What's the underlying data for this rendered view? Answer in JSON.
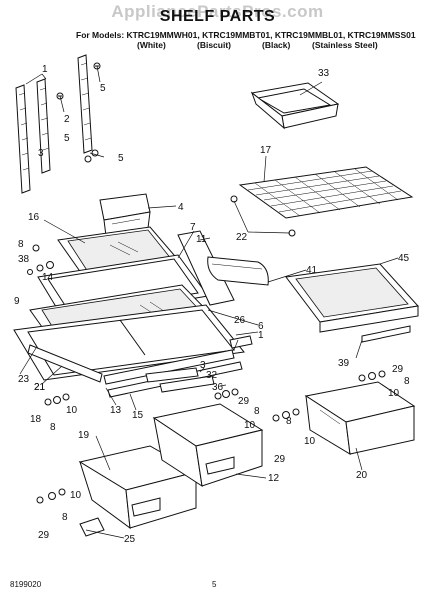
{
  "watermark": "AppliancePartsPros.com",
  "title": "SHELF PARTS",
  "models_line": "For Models: KTRC19MMWH01, KTRC19MMBT01, KTRC19MMBL01, KTRC19MMSS01",
  "colors": [
    "(White)",
    "(Biscuit)",
    "(Black)",
    "(Stainless Steel)"
  ],
  "footer": {
    "doc_number": "8199020",
    "page": "5"
  },
  "callouts": [
    "1",
    "5",
    "2",
    "5",
    "3",
    "5",
    "33",
    "17",
    "4",
    "16",
    "7",
    "11",
    "8",
    "38",
    "14",
    "22",
    "41",
    "45",
    "9",
    "6",
    "1",
    "21",
    "26",
    "3",
    "32",
    "39",
    "29",
    "23",
    "36",
    "21",
    "10",
    "29",
    "8",
    "13",
    "15",
    "18",
    "8",
    "10",
    "10",
    "20",
    "19",
    "8",
    "29",
    "12",
    "29",
    "8",
    "10",
    "25",
    "10",
    "8"
  ]
}
